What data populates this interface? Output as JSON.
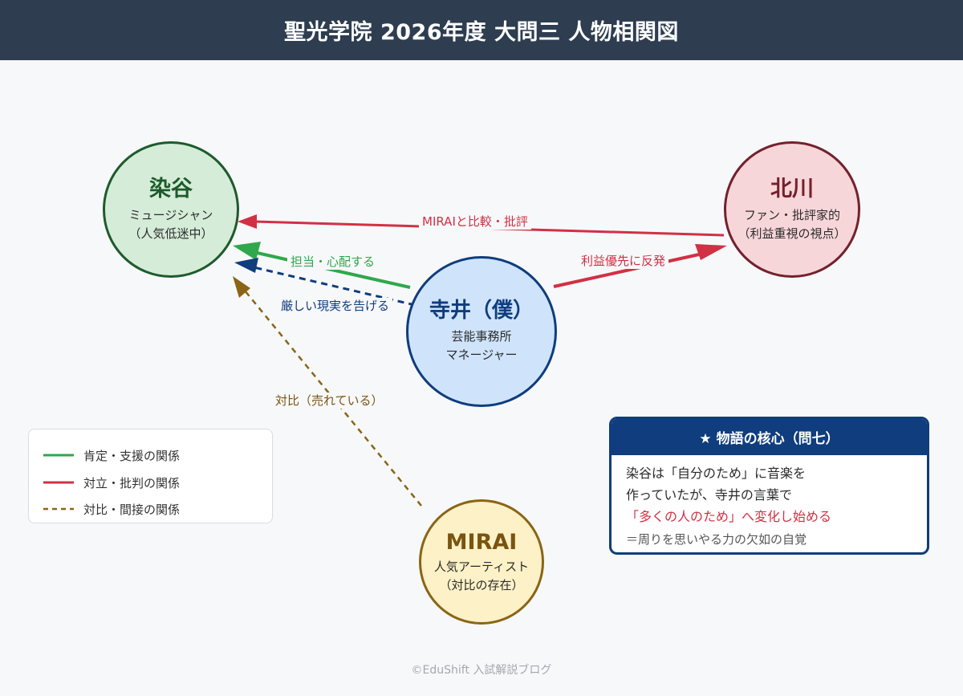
{
  "title": "聖光学院 2026年度 大問三 人物相関図",
  "nodes": {
    "someya": {
      "name": "染谷",
      "sub1": "ミュージシャン",
      "sub2": "（人気低迷中）"
    },
    "kitagawa": {
      "name": "北川",
      "sub1": "ファン・批評家的",
      "sub2": "（利益重視の視点）"
    },
    "terai": {
      "name": "寺井（僕）",
      "sub1": "芸能事務所",
      "sub2": "マネージャー"
    },
    "mirai": {
      "name": "MIRAI",
      "sub1": "人気アーティスト",
      "sub2": "（対比の存在）"
    }
  },
  "edges": {
    "compare": "MIRAIと比較・批評",
    "support": "担当・心配する",
    "reality": "厳しい現実を告げる",
    "oppose": "利益優先に反発",
    "contrast": "対比（売れている）"
  },
  "legend": [
    {
      "label": "肯定・支援の関係",
      "color": "#2fa84b",
      "style": "solid"
    },
    {
      "label": "対立・批判の関係",
      "color": "#d23044",
      "style": "solid"
    },
    {
      "label": "対比・間接の関係",
      "color": "#8a6515",
      "style": "dashed"
    }
  ],
  "core": {
    "heading": "★ 物語の核心（問七）",
    "line1": "染谷は「自分のため」に音楽を",
    "line2": "作っていたが、寺井の言葉で",
    "line3": "「多くの人のため」へ変化し始める",
    "note": "＝周りを思いやる力の欠如の自覚"
  },
  "footer": "©EduShift 入試解説ブログ",
  "colors": {
    "header": "#2e3d50",
    "green": "#2fa84b",
    "red": "#d23044",
    "navy": "#0f3d7d",
    "brown": "#8a6515"
  }
}
